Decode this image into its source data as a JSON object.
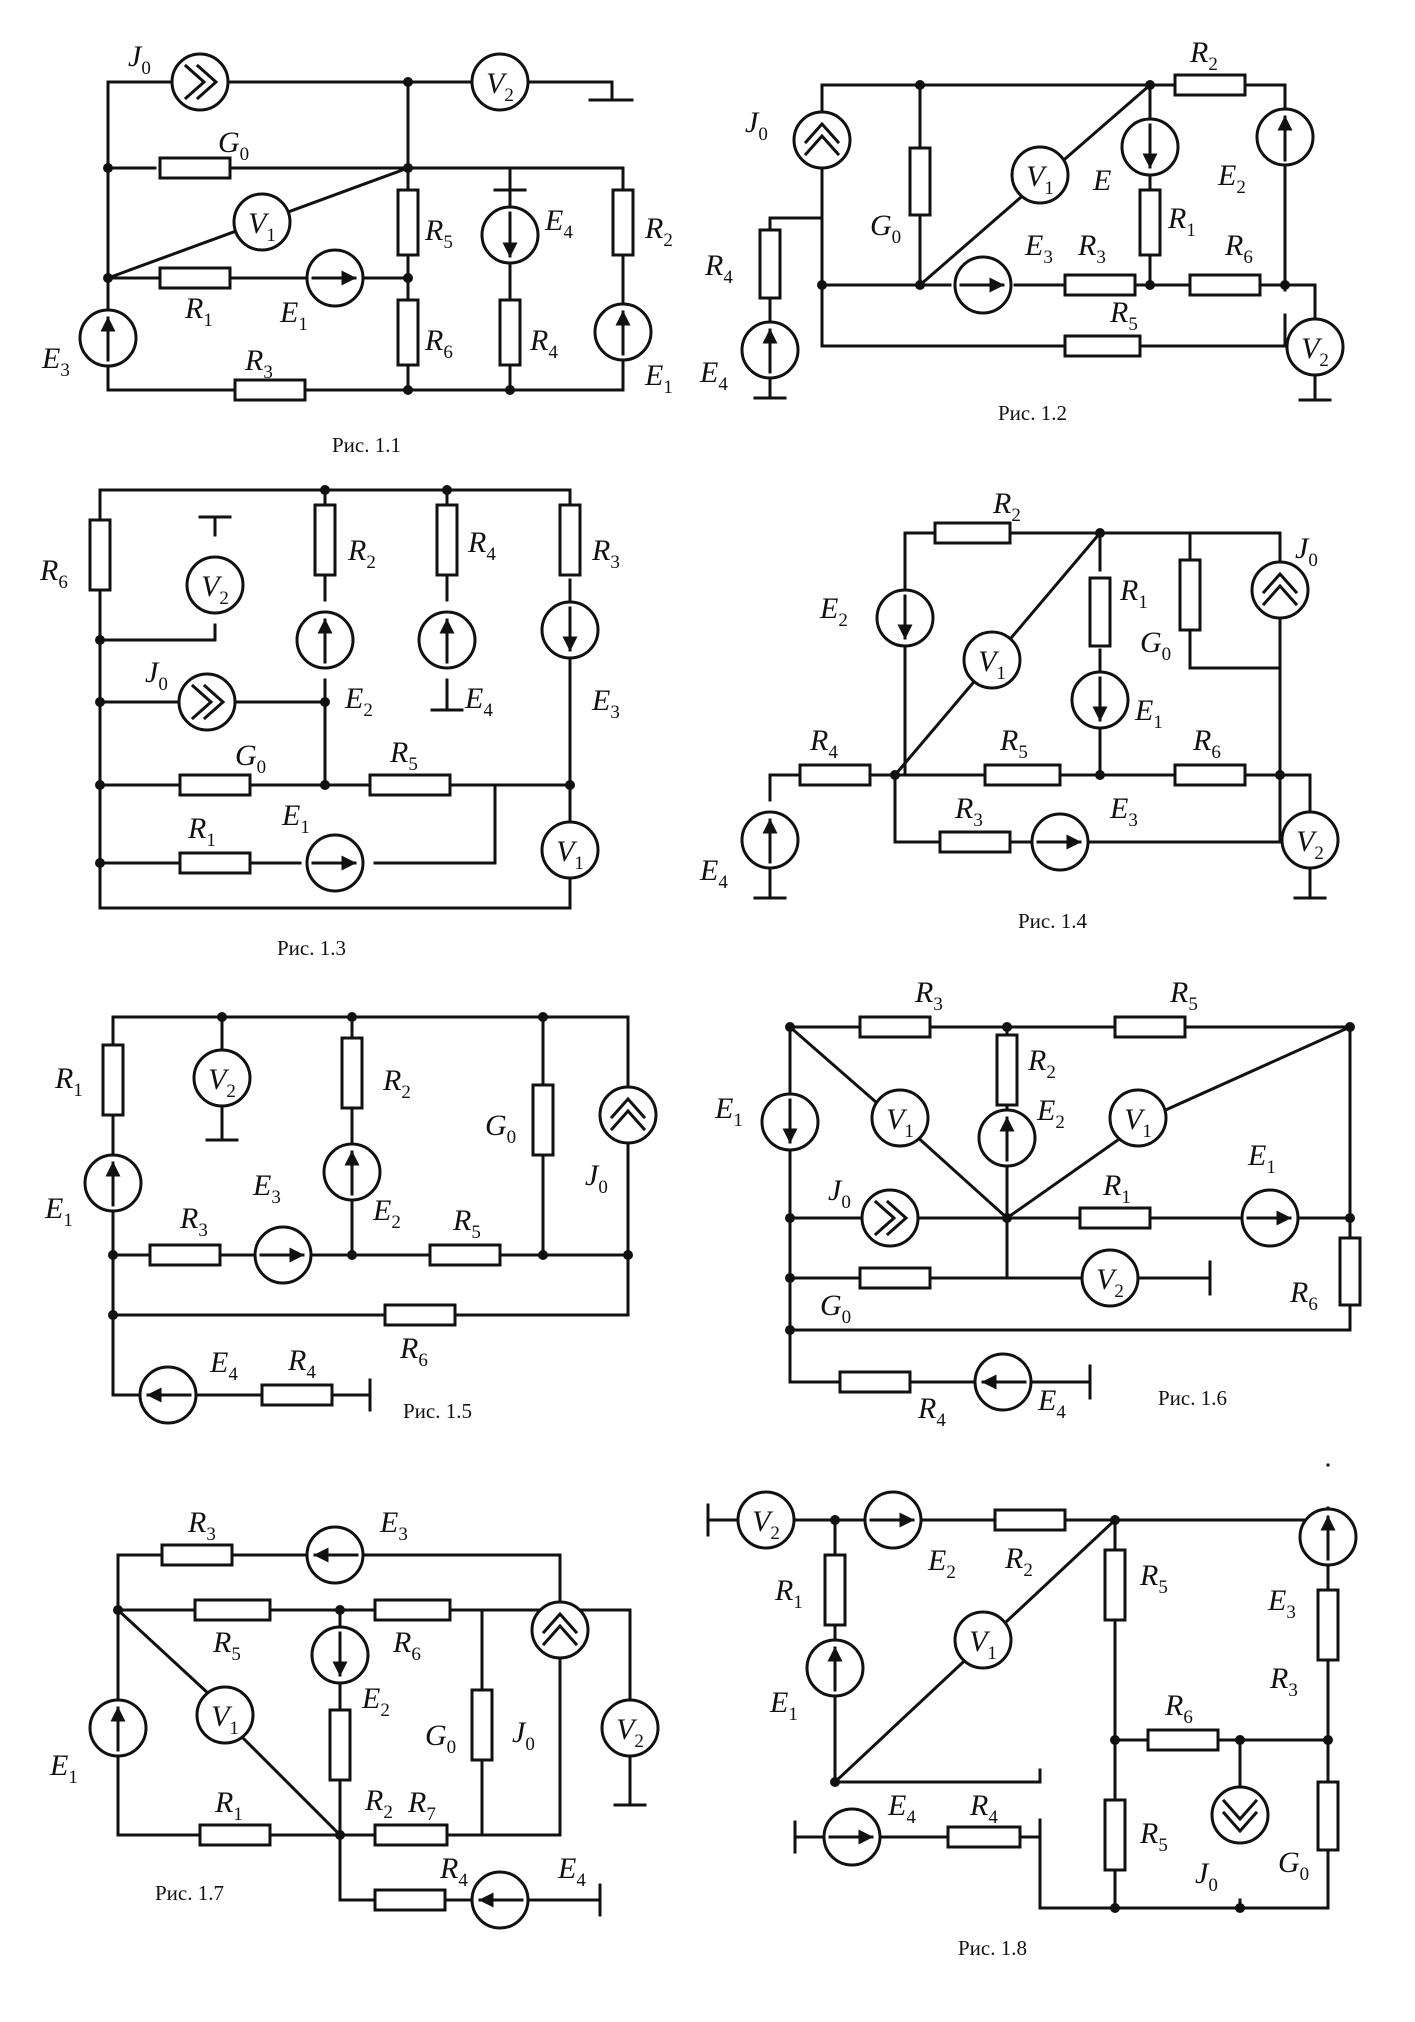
{
  "figures": [
    {
      "id": "fig1",
      "caption": "Рис. 1.1",
      "labels": {
        "J0": "J",
        "J0s": "0",
        "V2": "V",
        "V2s": "2",
        "G0": "G",
        "G0s": "0",
        "V1": "V",
        "V1s": "1",
        "R5": "R",
        "R5s": "5",
        "E4": "E",
        "E4s": "4",
        "R2": "R",
        "R2s": "2",
        "R1": "R",
        "R1s": "1",
        "E1a": "E",
        "E1as": "1",
        "R6": "R",
        "R6s": "6",
        "R4": "R",
        "R4s": "4",
        "E3": "E",
        "E3s": "3",
        "R3": "R",
        "R3s": "3",
        "E1b": "E",
        "E1bs": "1"
      }
    },
    {
      "id": "fig2",
      "caption": "Рис. 1.2",
      "labels": {
        "J0": "J",
        "J0s": "0",
        "G0": "G",
        "G0s": "0",
        "V1": "V",
        "V1s": "1",
        "E": "E",
        "R2": "R",
        "R2s": "2",
        "E2": "E",
        "E2s": "2",
        "R1": "R",
        "R1s": "1",
        "E3": "E",
        "E3s": "3",
        "R3": "R",
        "R3s": "3",
        "R6": "R",
        "R6s": "6",
        "R5": "R",
        "R5s": "5",
        "R4": "R",
        "R4s": "4",
        "E4": "E",
        "E4s": "4",
        "V2": "V",
        "V2s": "2"
      }
    },
    {
      "id": "fig3",
      "caption": "Рис. 1.3",
      "labels": {
        "R6": "R",
        "R6s": "6",
        "V2": "V",
        "V2s": "2",
        "R2": "R",
        "R2s": "2",
        "R4": "R",
        "R4s": "4",
        "R3": "R",
        "R3s": "3",
        "J0": "J",
        "J0s": "0",
        "E2": "E",
        "E2s": "2",
        "E4": "E",
        "E4s": "4",
        "E3": "E",
        "E3s": "3",
        "G0": "G",
        "G0s": "0",
        "R5": "R",
        "R5s": "5",
        "R1": "R",
        "R1s": "1",
        "E1": "E",
        "E1s": "1",
        "V1": "V",
        "V1s": "1"
      }
    },
    {
      "id": "fig4",
      "caption": "Рис. 1.4",
      "labels": {
        "R2": "R",
        "R2s": "2",
        "J0": "J",
        "J0s": "0",
        "E2": "E",
        "E2s": "2",
        "R1": "R",
        "R1s": "1",
        "G0": "G",
        "G0s": "0",
        "V1": "V",
        "V1s": "1",
        "E1": "E",
        "E1s": "1",
        "R4": "R",
        "R4s": "4",
        "R5": "R",
        "R5s": "5",
        "R6": "R",
        "R6s": "6",
        "R3": "R",
        "R3s": "3",
        "E3": "E",
        "E3s": "3",
        "E4": "E",
        "E4s": "4",
        "V2": "V",
        "V2s": "2"
      }
    },
    {
      "id": "fig5",
      "caption": "Рис. 1.5",
      "labels": {
        "R1": "R",
        "R1s": "1",
        "V2": "V",
        "V2s": "2",
        "R2": "R",
        "R2s": "2",
        "G0": "G",
        "G0s": "0",
        "J0": "J",
        "J0s": "0",
        "E1": "E",
        "E1s": "1",
        "R3": "R",
        "R3s": "3",
        "E3": "E",
        "E3s": "3",
        "E2": "E",
        "E2s": "2",
        "R5": "R",
        "R5s": "5",
        "R6": "R",
        "R6s": "6",
        "E4": "E",
        "E4s": "4",
        "R4": "R",
        "R4s": "4"
      }
    },
    {
      "id": "fig6",
      "caption": "Рис. 1.6",
      "labels": {
        "R3": "R",
        "R3s": "3",
        "R5": "R",
        "R5s": "5",
        "R2": "R",
        "R2s": "2",
        "E1a": "E",
        "E1as": "1",
        "V1a": "V",
        "V1as": "1",
        "E2": "E",
        "E2s": "2",
        "V1b": "V",
        "V1bs": "1",
        "J0": "J",
        "J0s": "0",
        "R1": "R",
        "R1s": "1",
        "E1b": "E",
        "E1bs": "1",
        "V2": "V",
        "V2s": "2",
        "G0": "G",
        "G0s": "0",
        "R6": "R",
        "R6s": "6",
        "R4": "R",
        "R4s": "4",
        "E4": "E",
        "E4s": "4"
      }
    },
    {
      "id": "fig7",
      "caption": "Рис. 1.7",
      "labels": {
        "R3": "R",
        "R3s": "3",
        "E3": "E",
        "E3s": "3",
        "R5": "R",
        "R5s": "5",
        "R6": "R",
        "R6s": "6",
        "E1": "E",
        "E1s": "1",
        "V1": "V",
        "V1s": "1",
        "E2": "E",
        "E2s": "2",
        "G0": "G",
        "G0s": "0",
        "J0": "J",
        "J0s": "0",
        "V2": "V",
        "V2s": "2",
        "R2": "R",
        "R2s": "2",
        "R7": "R",
        "R7s": "7",
        "R1": "R",
        "R1s": "1",
        "R4": "R",
        "R4s": "4",
        "E4": "E",
        "E4s": "4"
      }
    },
    {
      "id": "fig8",
      "caption": "Рис. 1.8",
      "labels": {
        "V2": "V",
        "V2s": "2",
        "E2": "E",
        "E2s": "2",
        "R2": "R",
        "R2s": "2",
        "R1": "R",
        "R1s": "1",
        "R5a": "R",
        "R5as": "5",
        "E3": "E",
        "E3s": "3",
        "V1": "V",
        "V1s": "1",
        "E1": "E",
        "E1s": "1",
        "R6": "R",
        "R6s": "6",
        "R3": "R",
        "R3s": "3",
        "E4": "E",
        "E4s": "4",
        "R4": "R",
        "R4s": "4",
        "R5b": "R",
        "R5bs": "5",
        "J0": "J",
        "J0s": "0",
        "G0": "G",
        "G0s": "0"
      }
    }
  ]
}
